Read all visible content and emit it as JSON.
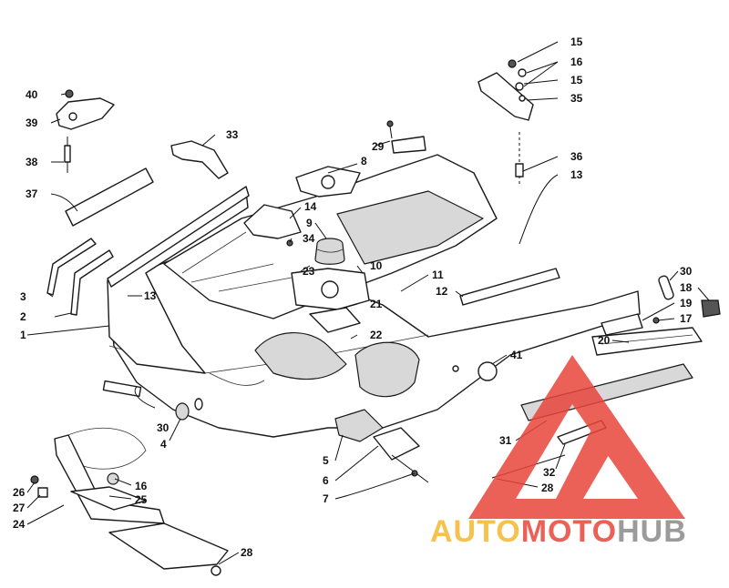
{
  "callouts": [
    {
      "id": "c40",
      "label": "40"
    },
    {
      "id": "c39",
      "label": "39"
    },
    {
      "id": "c38",
      "label": "38"
    },
    {
      "id": "c37",
      "label": "37"
    },
    {
      "id": "c33",
      "label": "33"
    },
    {
      "id": "c29",
      "label": "29"
    },
    {
      "id": "c8",
      "label": "8"
    },
    {
      "id": "c14",
      "label": "14"
    },
    {
      "id": "c9",
      "label": "9"
    },
    {
      "id": "c34",
      "label": "34"
    },
    {
      "id": "c23",
      "label": "23"
    },
    {
      "id": "c10",
      "label": "10"
    },
    {
      "id": "c11",
      "label": "11"
    },
    {
      "id": "c12",
      "label": "12"
    },
    {
      "id": "c21",
      "label": "21"
    },
    {
      "id": "c22",
      "label": "22"
    },
    {
      "id": "c3",
      "label": "3"
    },
    {
      "id": "c2",
      "label": "2"
    },
    {
      "id": "c1",
      "label": "1"
    },
    {
      "id": "c13a",
      "label": "13"
    },
    {
      "id": "c15a",
      "label": "15"
    },
    {
      "id": "c16a",
      "label": "16"
    },
    {
      "id": "c15b",
      "label": "15"
    },
    {
      "id": "c35",
      "label": "35"
    },
    {
      "id": "c36",
      "label": "36"
    },
    {
      "id": "c13b",
      "label": "13"
    },
    {
      "id": "c30a",
      "label": "30"
    },
    {
      "id": "c18",
      "label": "18"
    },
    {
      "id": "c19",
      "label": "19"
    },
    {
      "id": "c17",
      "label": "17"
    },
    {
      "id": "c20",
      "label": "20"
    },
    {
      "id": "c41",
      "label": "41"
    },
    {
      "id": "c30b",
      "label": "30"
    },
    {
      "id": "c4",
      "label": "4"
    },
    {
      "id": "c5",
      "label": "5"
    },
    {
      "id": "c6",
      "label": "6"
    },
    {
      "id": "c7",
      "label": "7"
    },
    {
      "id": "c31",
      "label": "31"
    },
    {
      "id": "c32",
      "label": "32"
    },
    {
      "id": "c28a",
      "label": "28"
    },
    {
      "id": "c16b",
      "label": "16"
    },
    {
      "id": "c25",
      "label": "25"
    },
    {
      "id": "c26",
      "label": "26"
    },
    {
      "id": "c27",
      "label": "27"
    },
    {
      "id": "c24",
      "label": "24"
    },
    {
      "id": "c28b",
      "label": "28"
    }
  ],
  "watermark": {
    "part1": "AUTO",
    "part2": "MOTO",
    "part3": "HUB",
    "color_yellow": "#f5b82e",
    "color_red": "#e8463c",
    "color_gray": "#8a8a8a"
  }
}
